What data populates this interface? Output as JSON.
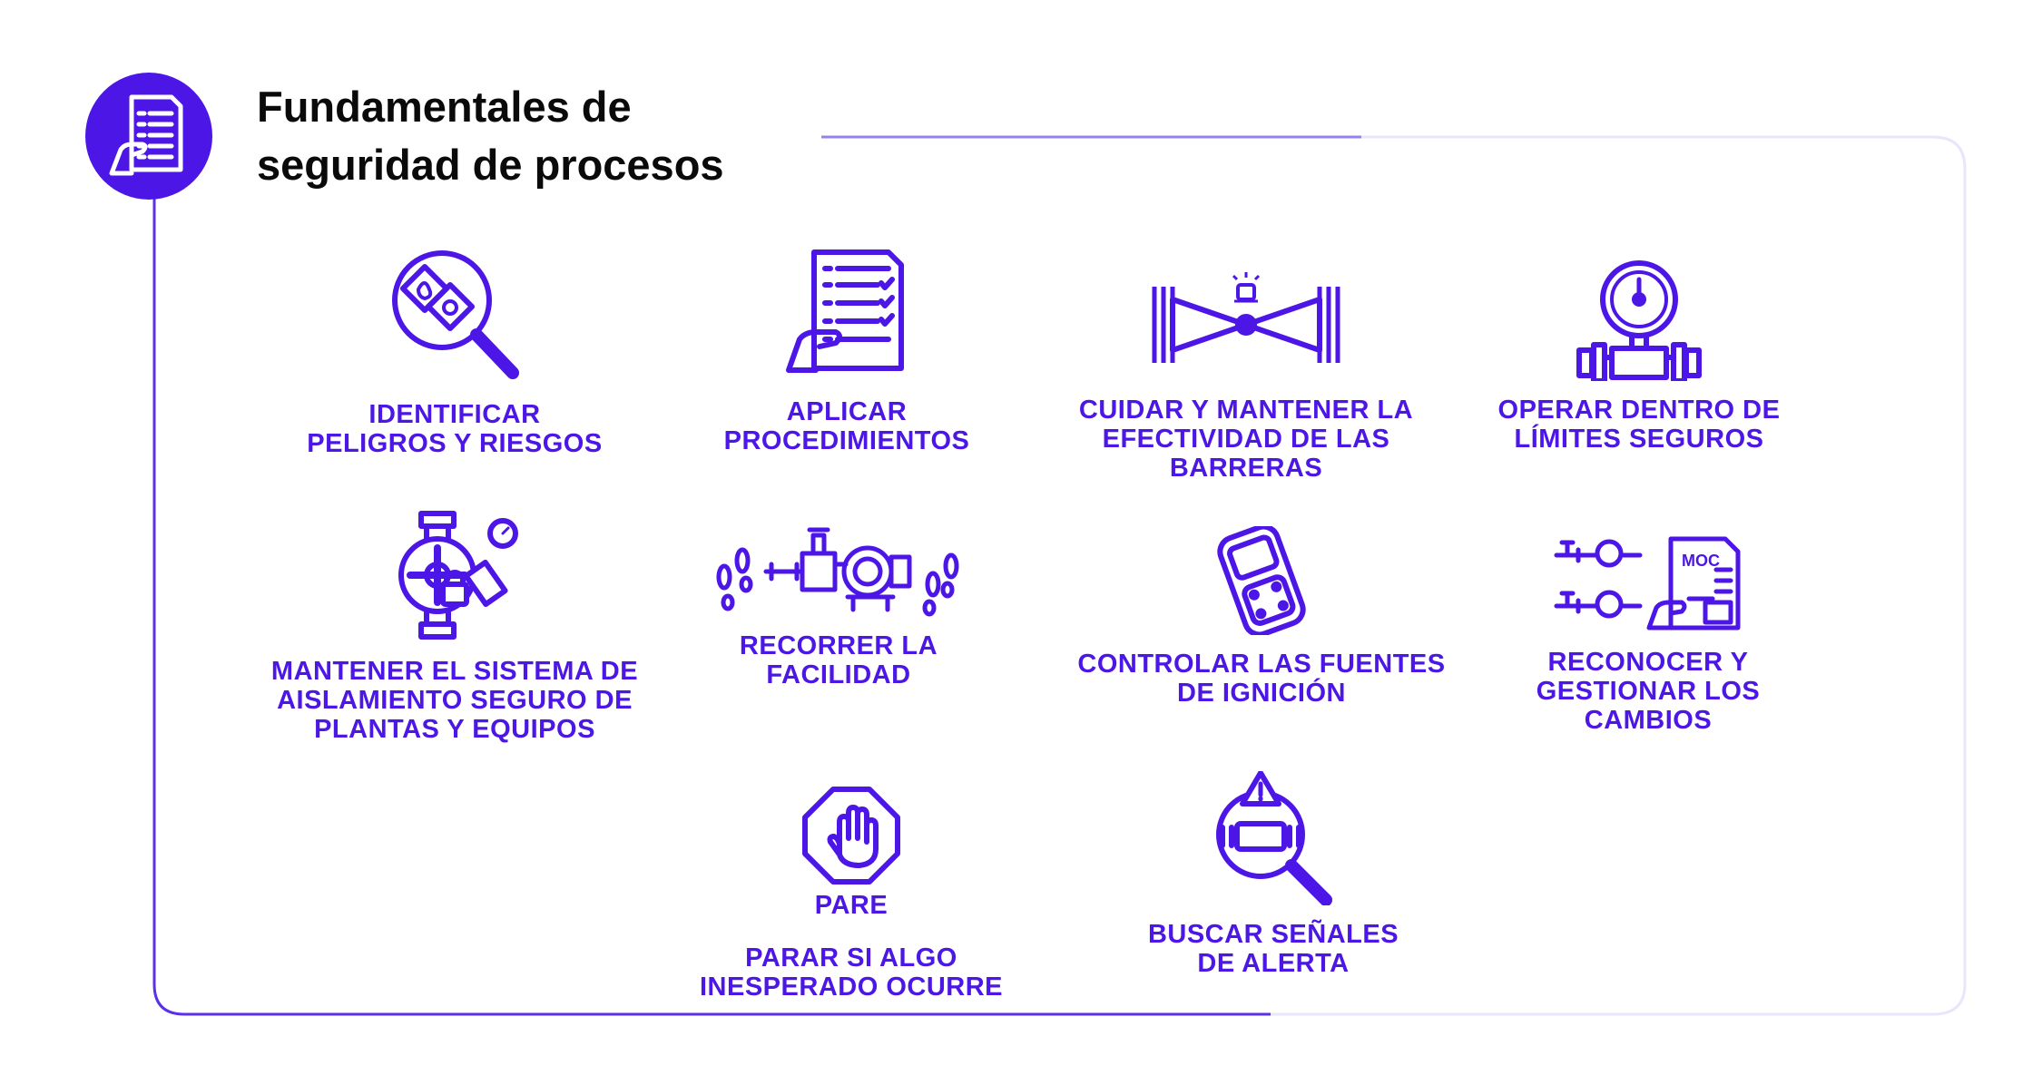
{
  "header": {
    "title_lines": [
      "Fundamentales de",
      "seguridad de procesos"
    ]
  },
  "colors": {
    "accent": "#4c16e6",
    "frame_line": "#7a6cf0",
    "frame_light": "#e9e6fb",
    "title": "#0a0a0a"
  },
  "header_icon": "document-checklist-hand-icon",
  "items": [
    {
      "icon": "magnifier-hazard-icon",
      "label_lines": [
        "IDENTIFICAR",
        "PELIGROS Y RIESGOS"
      ]
    },
    {
      "icon": "procedure-checklist-icon",
      "label_lines": [
        "APLICAR",
        "PROCEDIMIENTOS"
      ]
    },
    {
      "icon": "barrier-valve-alarm-icon",
      "label_lines": [
        "CUIDAR Y MANTENER LA",
        "EFECTIVIDAD DE LAS",
        "BARRERAS"
      ]
    },
    {
      "icon": "pressure-gauge-pipe-icon",
      "label_lines": [
        "OPERAR DENTRO DE",
        "LÍMITES SEGUROS"
      ]
    },
    {
      "icon": "valve-lock-tag-icon",
      "label_lines": [
        "MANTENER EL SISTEMA DE",
        "AISLAMIENTO SEGURO DE",
        "PLANTAS Y EQUIPOS"
      ]
    },
    {
      "icon": "footprints-pump-icon",
      "label_lines": [
        "RECORRER LA",
        "FACILIDAD"
      ]
    },
    {
      "icon": "gas-detector-icon",
      "label_lines": [
        "CONTROLAR LAS FUENTES",
        "DE IGNICIÓN"
      ]
    },
    {
      "icon": "moc-document-icon",
      "label_lines": [
        "RECONOCER Y",
        "GESTIONAR LOS",
        "CAMBIOS"
      ],
      "moc_text": "MOC"
    },
    {
      "icon": "stop-hand-icon",
      "badge": "PARE",
      "label_lines": [
        "PARAR SI ALGO",
        "INESPERADO OCURRE"
      ]
    },
    {
      "icon": "magnifier-warning-icon",
      "label_lines": [
        "BUSCAR SEÑALES",
        "DE ALERTA"
      ]
    }
  ]
}
